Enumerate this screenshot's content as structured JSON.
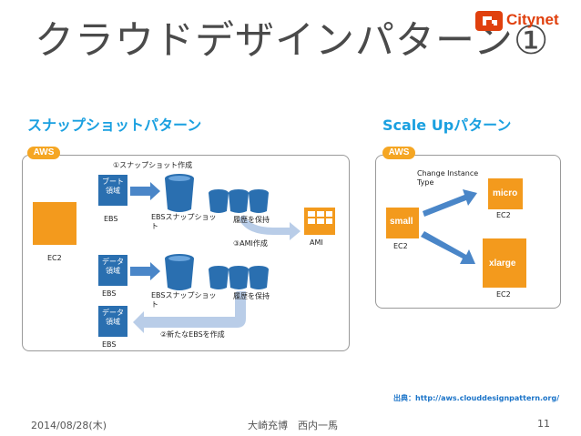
{
  "title": "クラウドデザインパターン①",
  "logo": {
    "brand": "Citynet"
  },
  "left": {
    "heading": "スナップショットパターン",
    "aws_tag": "AWS",
    "ec2_label": "EC2",
    "ebs_top_box": "ブート\n領域",
    "ebs_mid_box": "データ\n領域",
    "ebs_bottom_box": "データ\n領域",
    "ebs_label": "EBS",
    "step1": "①スナップショット作成",
    "step2": "②新たなEBSを作成",
    "step3": "③AMI作成",
    "snapshot_label_1": "EBSスナップショッ\nト",
    "snapshot_label_2": "EBSスナップショッ\nト",
    "history_1": "履歴を保持",
    "history_2": "履歴を保持",
    "ami_label": "AMI"
  },
  "right": {
    "heading": "Scale Upパターン",
    "aws_tag": "AWS",
    "change_label": "Change Instance\nType",
    "small_label": "small",
    "micro_label": "micro",
    "xlarge_label": "xlarge",
    "ec2_label": "EC2"
  },
  "source": "出典：http://aws.clouddesignpattern.org/",
  "footer": {
    "date": "2014/08/28(木)",
    "authors": "大崎充博　西内一馬",
    "page": "11"
  },
  "colors": {
    "accent_blue": "#1aa0e0",
    "aws_orange": "#f39a1d",
    "ebs_blue": "#2a6fb0",
    "brand_red": "#e0400e"
  }
}
